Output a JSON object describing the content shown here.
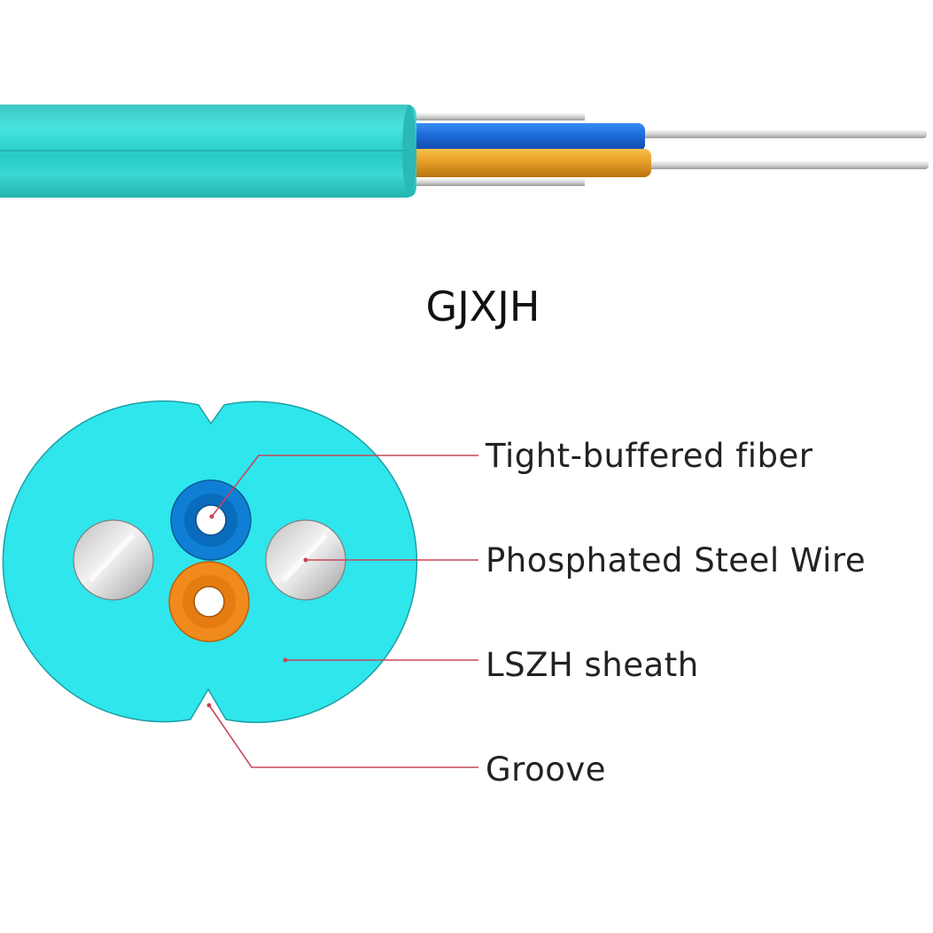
{
  "title": "GJXJH",
  "labels": {
    "fiber": "Tight-buffered fiber",
    "steel": "Phosphated Steel Wire",
    "sheath": "LSZH sheath",
    "groove": "Groove"
  },
  "colors": {
    "sheath": "#2ee6ec",
    "sheath_side_view": "#34d6d0",
    "fiber_blue": "#1177cc",
    "fiber_orange": "#f08a1c",
    "leader_line": "#c8455a"
  }
}
